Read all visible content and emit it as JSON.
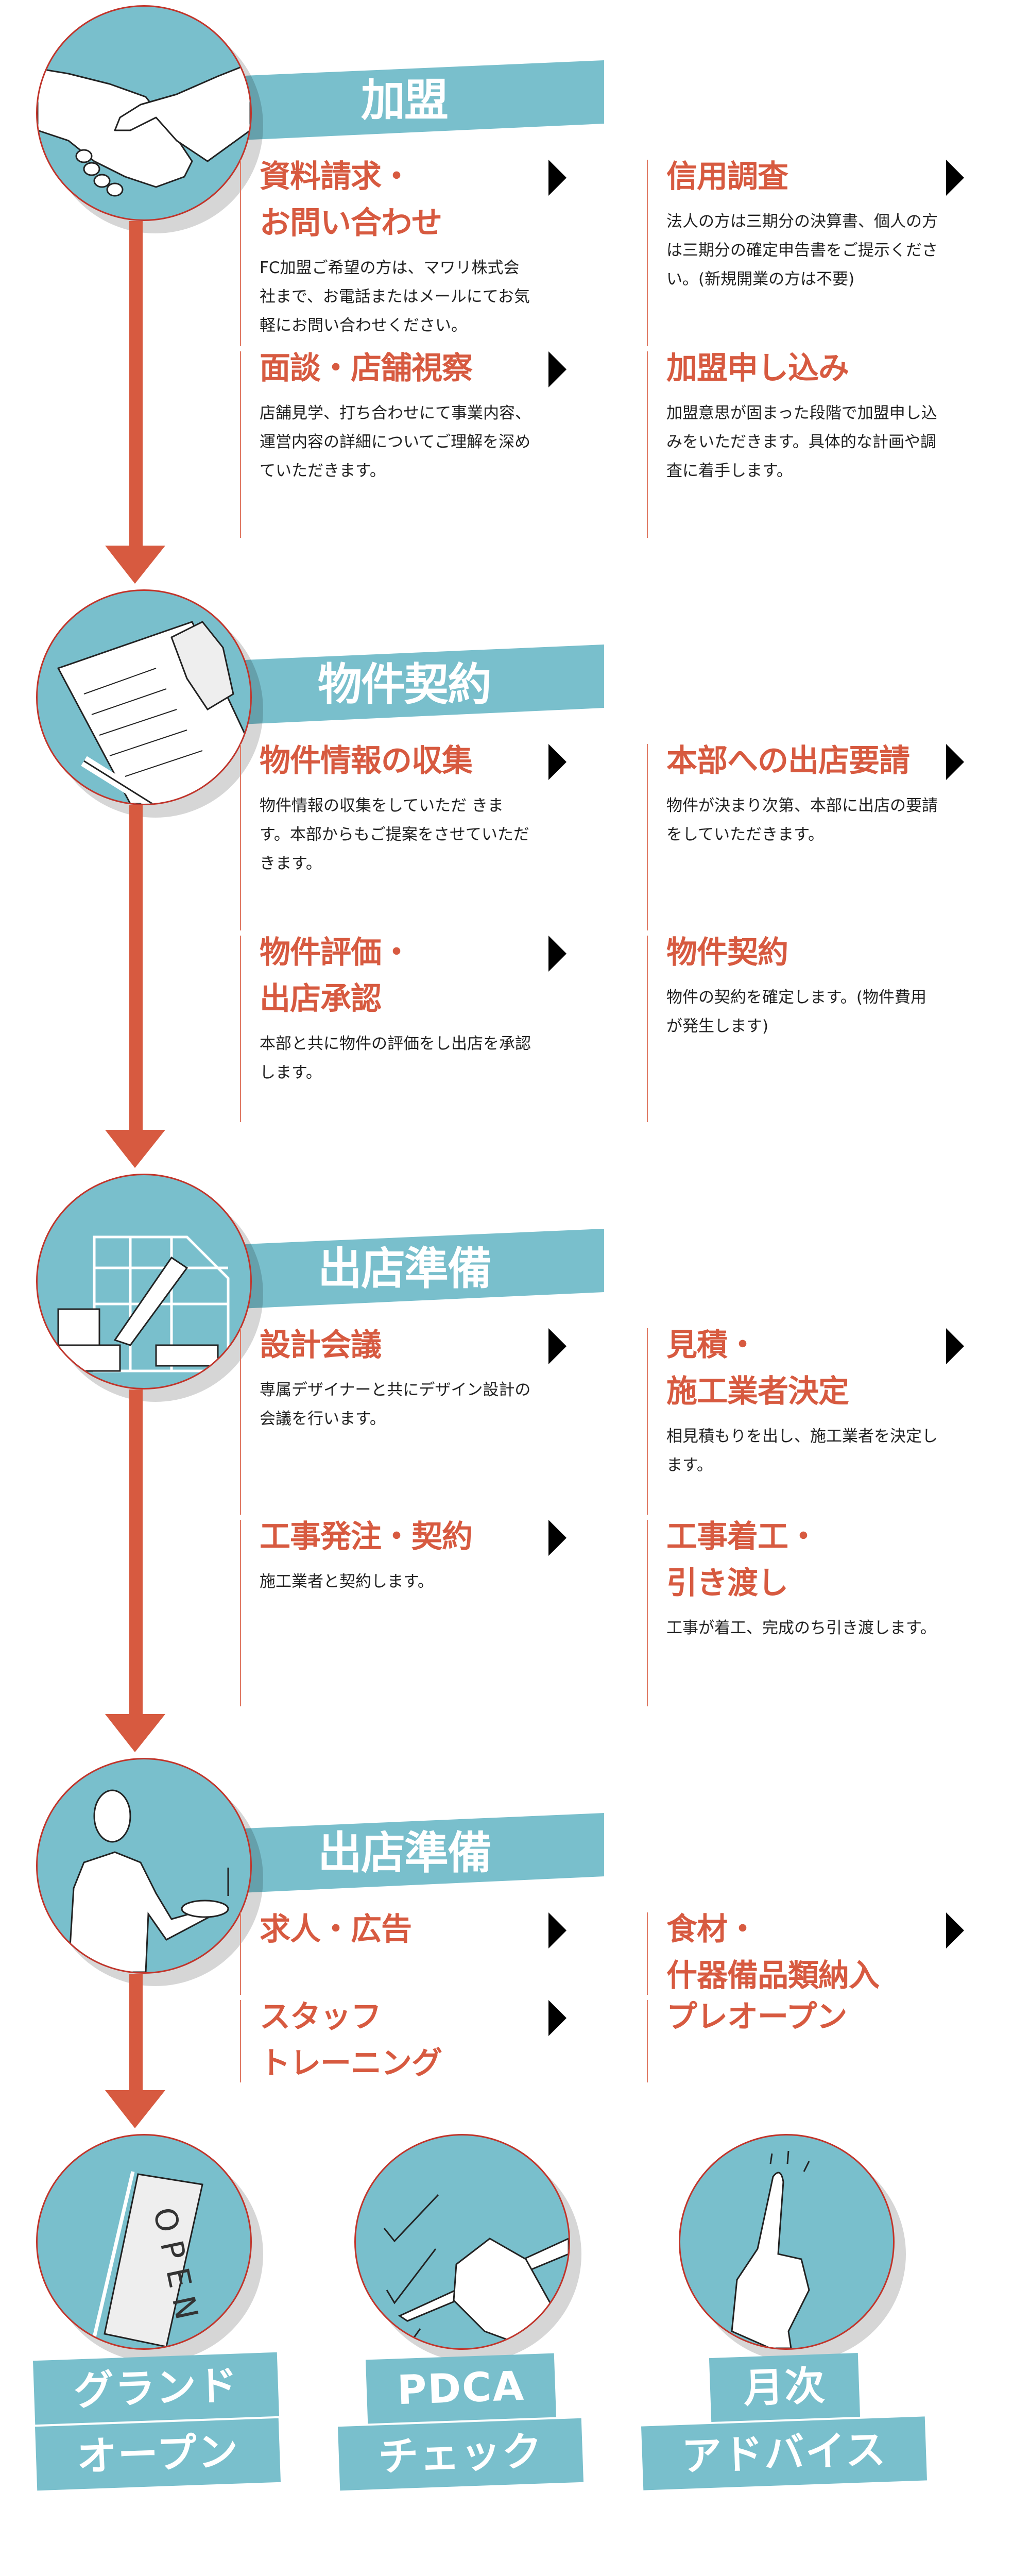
{
  "colors": {
    "teal": "#79bfcc",
    "accent": "#d75a40",
    "border": "#c2342a",
    "arrow": "#000000"
  },
  "sections": [
    {
      "title": "加盟",
      "steps": [
        {
          "title": "資料請求・\nお問い合わせ",
          "body": "FC加盟ご希望の方は、マワリ株式会社まで、お電話またはメールにてお気軽にお問い合わせください。"
        },
        {
          "title": "信用調査",
          "body": "法人の方は三期分の決算書、個人の方は三期分の確定申告書をご提示ください。(新規開業の方は不要)"
        },
        {
          "title": "面談・店舗視察",
          "body": "店舗見学、打ち合わせにて事業内容、運営内容の詳細についてご理解を深めていただきます。"
        },
        {
          "title": "加盟申し込み",
          "body": "加盟意思が固まった段階で加盟申し込みをいただきます。具体的な計画や調査に着手します。"
        }
      ]
    },
    {
      "title": "物件契約",
      "steps": [
        {
          "title": "物件情報の収集",
          "body": "物件情報の収集をしていただ きます。本部からもご提案をさせていただきます。"
        },
        {
          "title": "本部への出店要請",
          "body": "物件が決まり次第、本部に出店の要請をしていただきます。"
        },
        {
          "title": "物件評価・\n出店承認",
          "body": "本部と共に物件の評価をし出店を承認します。"
        },
        {
          "title": "物件契約",
          "body": "物件の契約を確定します。(物件費用が発生します)"
        }
      ]
    },
    {
      "title": "出店準備",
      "steps": [
        {
          "title": "設計会議",
          "body": "専属デザイナーと共にデザイン設計の会議を行います。"
        },
        {
          "title": "見積・\n施工業者決定",
          "body": "相見積もりを出し、施工業者を決定します。"
        },
        {
          "title": "工事発注・契約",
          "body": "施工業者と契約します。"
        },
        {
          "title": "工事着工・\n引き渡し",
          "body": "工事が着工、完成のち引き渡します。"
        }
      ]
    },
    {
      "title": "出店準備",
      "steps": [
        {
          "title": "求人・広告"
        },
        {
          "title": "食材・\n什器備品類納入"
        },
        {
          "title": "スタッフ\nトレーニング"
        },
        {
          "title": "プレオープン"
        }
      ]
    }
  ],
  "final": [
    {
      "line1": "グランド",
      "line2": "オープン",
      "flag_text": "OPEN"
    },
    {
      "line1": "PDCA",
      "line2": "チェック"
    },
    {
      "line1": "月次",
      "line2": "アドバイス"
    }
  ]
}
